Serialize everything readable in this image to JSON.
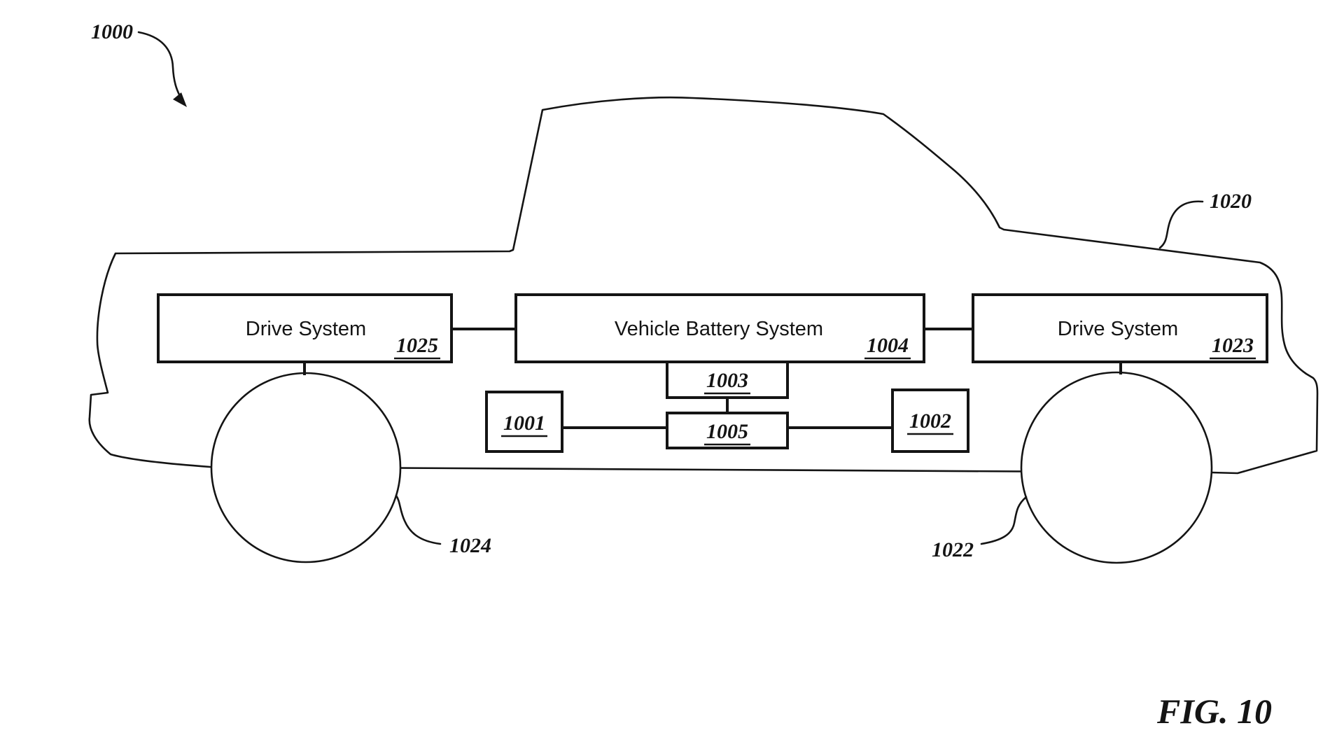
{
  "figure": {
    "caption": "FIG. 10",
    "overall_ref": "1000"
  },
  "vehicle": {
    "body_ref": "1020",
    "front_wheel_ref": "1024",
    "rear_wheel_ref": "1022"
  },
  "components": {
    "front_drive_system": {
      "label": "Drive System",
      "ref": "1025"
    },
    "battery_system": {
      "label": "Vehicle Battery System",
      "ref": "1004"
    },
    "rear_drive_system": {
      "label": "Drive System",
      "ref": "1023"
    },
    "component_1003": {
      "ref": "1003"
    },
    "component_1001": {
      "ref": "1001"
    },
    "component_1005": {
      "ref": "1005"
    },
    "component_1002": {
      "ref": "1002"
    }
  },
  "colors": {
    "ink": "#141414",
    "background": "#ffffff"
  }
}
